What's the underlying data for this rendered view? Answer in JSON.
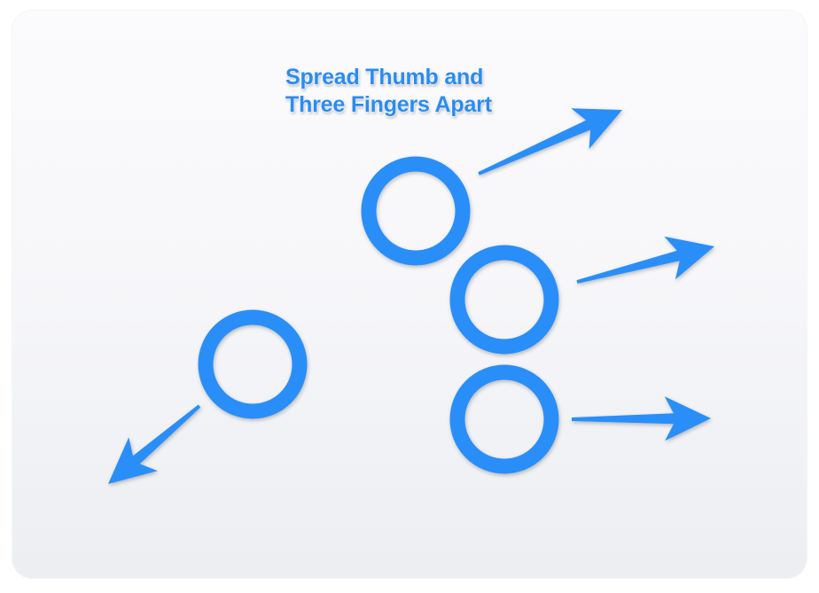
{
  "diagram": {
    "title_lines": [
      "Spread Thumb and",
      "Three Fingers Apart"
    ],
    "accent_color": "#2b8ef8",
    "touch_points": [
      "thumb",
      "finger-1",
      "finger-2",
      "finger-3"
    ],
    "gesture": "spread"
  }
}
